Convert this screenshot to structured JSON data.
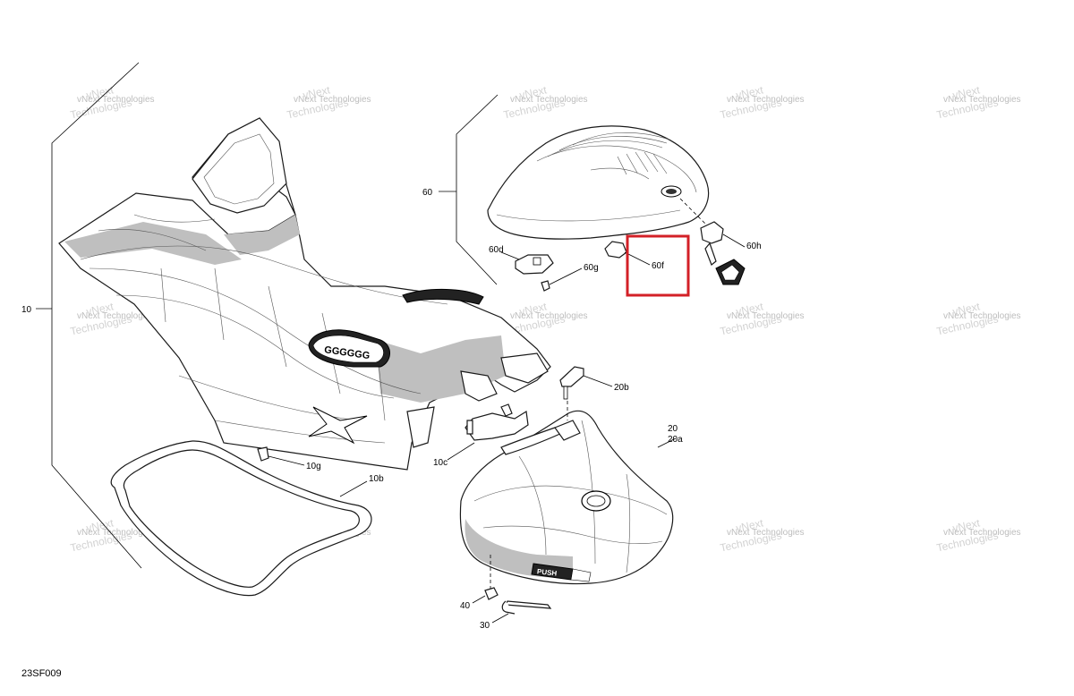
{
  "diagram_id": "23SF009",
  "callouts": {
    "c10": "10",
    "c10b": "10b",
    "c10c": "10c",
    "c10g": "10g",
    "c20": "20",
    "c20a": "20a",
    "c20b": "20b",
    "c30": "30",
    "c40": "40",
    "c60": "60",
    "c60d": "60d",
    "c60f": "60f",
    "c60g": "60g",
    "c60h": "60h"
  },
  "watermark": {
    "line1": "vNext Technologies",
    "line2": "vNext",
    "line3": "Technologies"
  },
  "seat_badge_text": "GGGGGG",
  "latch_text": "PUSH",
  "highlight_color": "#d32027"
}
